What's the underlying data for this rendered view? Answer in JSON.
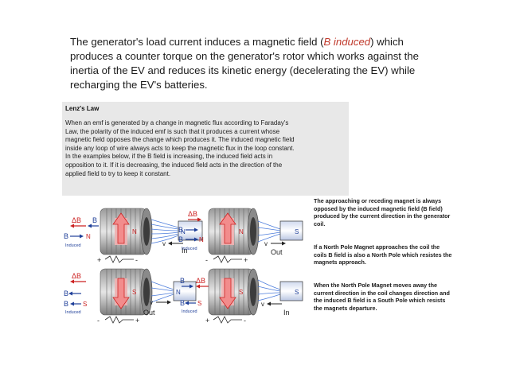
{
  "intro": {
    "before": "The generator's load current induces a magnetic field (",
    "highlight": "B induced",
    "after": ") which produces a counter torque on the generator's rotor which works against the inertia of the EV and reduces its kinetic energy (decelerating the EV) while recharging the EV's batteries."
  },
  "lenz": {
    "title": "Lenz's Law",
    "lines": [
      "When an emf is generated by a change in magnetic flux according to Faraday's",
      "Law, the polarity of the induced emf is such that it produces a current whose",
      "magnetic field opposes the change which produces it. The induced magnetic field",
      "inside any loop of wire always acts to keep the magnetic flux in the loop constant.",
      "In the examples below, if the B field is increasing, the induced field acts in",
      "opposition to it. If it is decreasing, the induced field acts in the direction of the",
      "applied field to try to keep it constant."
    ]
  },
  "diagrams": {
    "dB": "ΔB",
    "B": "B",
    "induced": "Induced",
    "N": "N",
    "S": "S",
    "v": "v",
    "in": "In",
    "out": "Out",
    "plus": "+",
    "minus": "-"
  },
  "side": {
    "para1": [
      "The approaching or receding magnet is always",
      "opposed by the induced magnetic field (B field)",
      "produced by the current direction in the generator",
      "coil."
    ],
    "para2": [
      "If a North Pole Magnet approaches the coil the",
      "coils B field is also a North Pole which resistes the",
      "magnets approach."
    ],
    "para3": [
      "When the North Pole Magnet moves away the",
      "current direction in the coil changes direction and",
      "the induced B field is a South Pole which resists",
      "the magnets departure."
    ]
  },
  "colors": {
    "highlight": "#c0392b",
    "label_red": "#cc2222",
    "label_blue": "#1f3f99"
  }
}
